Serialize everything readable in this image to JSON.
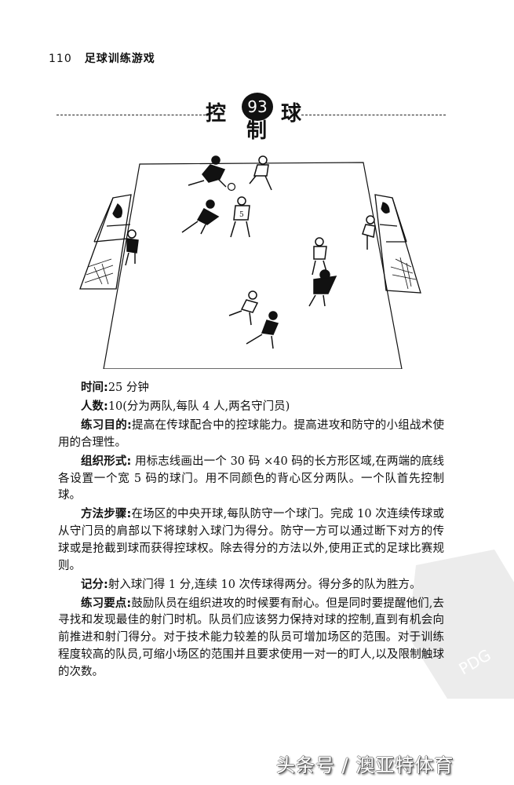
{
  "header": {
    "page_number": "110",
    "book_title": "足球训练游戏"
  },
  "title": {
    "number": "93",
    "chars": [
      "控",
      "制",
      "球"
    ]
  },
  "illustration": {
    "description": "Line drawing of a rectangular pitch with a goal at each end, two goalkeepers and eight outfield players",
    "jersey_number": "5"
  },
  "sections": [
    {
      "label": "时间:",
      "text": "25 分钟"
    },
    {
      "label": "人数:",
      "text": "10(分为两队,每队 4 人,两名守门员)"
    },
    {
      "label": "练习目的:",
      "text": "提高在传球配合中的控球能力。提高进攻和防守的小组战术使用的合理性。"
    },
    {
      "label": "组织形式:",
      "text": " 用标志线画出一个 30 码 ×40 码的长方形区域,在两端的底线各设置一个宽 5 码的球门。用不同颜色的背心区分两队。一个队首先控制球。"
    },
    {
      "label": "方法步骤:",
      "text": "在场区的中央开球,每队防守一个球门。完成 10 次连续传球或从守门员的肩部以下将球射入球门为得分。防守一方可以通过断下对方的传球或是抢截到球而获得控球权。除去得分的方法以外,使用正式的足球比赛规则。"
    },
    {
      "label": "记分:",
      "text": "射入球门得 1 分,连续 10 次传球得两分。得分多的队为胜方。"
    },
    {
      "label": "练习要点:",
      "text": "鼓励队员在组织进攻的时候要有耐心。但是同时要提醒他们,去寻找和发现最佳的射门时机。队员们应该努力保持对球的控制,直到有机会向前推进和射门得分。对于技术能力较差的队员可增加场区的范围。对于训练程度较高的队员,可缩小场区的范围并且要求使用一对一的盯人,以及限制触球的次数。"
    }
  ],
  "watermark": {
    "text": "PDG"
  },
  "footer": {
    "source_mark": "头条号 / 澳亚特体育"
  }
}
